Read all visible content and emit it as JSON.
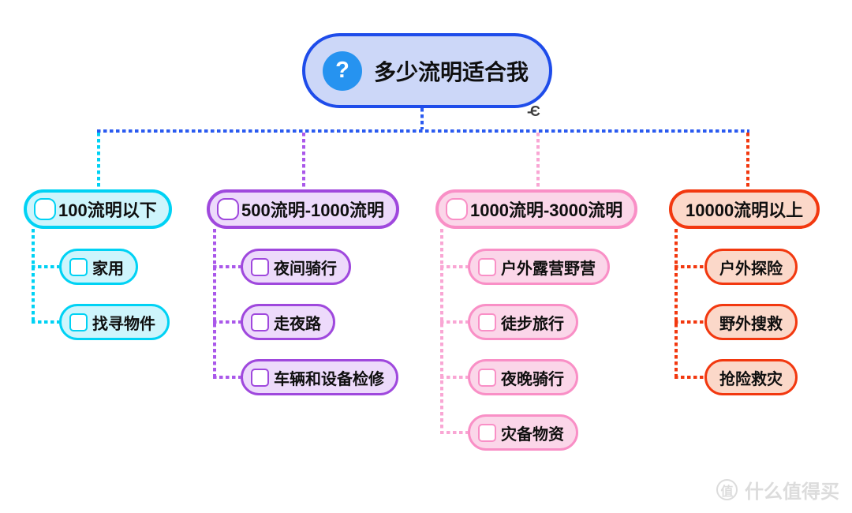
{
  "root": {
    "label": "多少流明适合我",
    "icon_glyph": "?",
    "collapse_glyph": "-Є",
    "border_color": "#1e4cea",
    "fill_color": "#ccd7f8",
    "icon_bg": "#2693f0",
    "connector_color": "#2a5af0"
  },
  "branches": [
    {
      "label": "100流明以下",
      "border_color": "#00d2f4",
      "fill_color": "#cef5fc",
      "connector_color": "#00d2f4",
      "has_icons": true,
      "children": [
        {
          "label": "家用"
        },
        {
          "label": "找寻物件"
        }
      ]
    },
    {
      "label": "500流明-1000流明",
      "border_color": "#9f48dd",
      "fill_color": "#eddafb",
      "connector_color": "#aa58ea",
      "has_icons": true,
      "children": [
        {
          "label": "夜间骑行"
        },
        {
          "label": "走夜路"
        },
        {
          "label": "车辆和设备检修"
        }
      ]
    },
    {
      "label": "1000流明-3000流明",
      "border_color": "#f98fc6",
      "fill_color": "#fbd6e9",
      "connector_color": "#f9a6d4",
      "has_icons": true,
      "children": [
        {
          "label": "户外露营野营"
        },
        {
          "label": "徒步旅行"
        },
        {
          "label": "夜晚骑行"
        },
        {
          "label": "灾备物资"
        }
      ]
    },
    {
      "label": "10000流明以上",
      "border_color": "#f2380f",
      "fill_color": "#fbd8c9",
      "connector_color": "#f2380f",
      "has_icons": false,
      "children": [
        {
          "label": "户外探险"
        },
        {
          "label": "野外搜救"
        },
        {
          "label": "抢险救灾"
        }
      ]
    }
  ],
  "watermark": {
    "logo_char": "值",
    "text": "什么值得买"
  }
}
